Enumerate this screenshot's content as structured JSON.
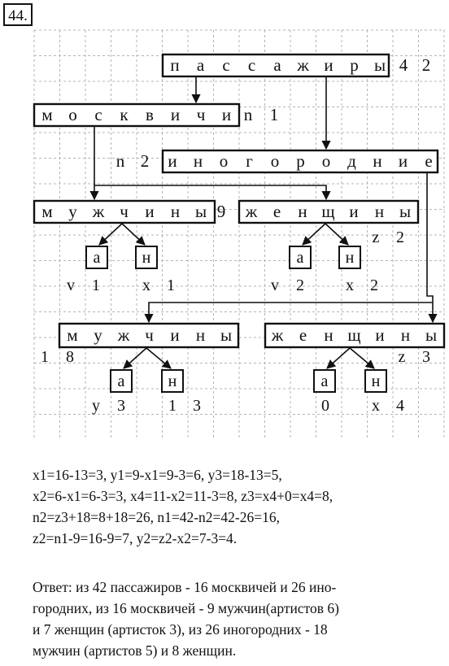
{
  "problem_number": "44.",
  "diagram": {
    "passengers": {
      "letters": [
        "п",
        "а",
        "с",
        "с",
        "а",
        "ж",
        "и",
        "р",
        "ы"
      ],
      "value": [
        "4",
        "2"
      ]
    },
    "muscovites": {
      "letters": [
        "м",
        "о",
        "с",
        "к",
        "в",
        "и",
        "ч",
        "и"
      ],
      "label": [
        "n",
        "1"
      ]
    },
    "nonresidents": {
      "letters": [
        "и",
        "н",
        "о",
        "г",
        "о",
        "р",
        "о",
        "д",
        "н",
        "и",
        "е"
      ],
      "label": [
        "n",
        "2"
      ]
    },
    "men_moscow": {
      "letters": [
        "м",
        "у",
        "ж",
        "ч",
        "и",
        "н",
        "ы"
      ],
      "value": "9",
      "a": "а",
      "n": "н",
      "left": [
        "v",
        "1"
      ],
      "right": [
        "x",
        "1"
      ]
    },
    "women_moscow": {
      "letters": [
        "ж",
        "е",
        "н",
        "щ",
        "и",
        "н",
        "ы"
      ],
      "top": [
        "z",
        "2"
      ],
      "a": "а",
      "n": "н",
      "left": [
        "v",
        "2"
      ],
      "right": [
        "x",
        "2"
      ]
    },
    "men_other": {
      "letters": [
        "м",
        "у",
        "ж",
        "ч",
        "и",
        "н",
        "ы"
      ],
      "value": [
        "1",
        "8"
      ],
      "a": "а",
      "n": "н",
      "left": [
        "y",
        "3"
      ],
      "right": [
        "1",
        "3"
      ]
    },
    "women_other": {
      "letters": [
        "ж",
        "е",
        "н",
        "щ",
        "и",
        "н",
        "ы"
      ],
      "top": [
        "z",
        "3"
      ],
      "a": "а",
      "n": "н",
      "left": "0",
      "right": [
        "x",
        "4"
      ]
    }
  },
  "solution_lines": [
    "x1=16-13=3, y1=9-x1=9-3=6, y3=18-13=5,",
    "x2=6-x1=6-3=3, x4=11-x2=11-3=8, z3=x4+0=x4=8,",
    "n2=z3+18=8+18=26, n1=42-n2=42-26=16,",
    "z2=n1-9=16-9=7, y2=z2-x2=7-3=4."
  ],
  "answer_lines": [
    "Ответ: из 42 пассажиров - 16 москвичей и 26 ино-",
    "городних, из 16 москвичей - 9 мужчин(артистов 6)",
    "и 7 женщин (артисток 3), из 26 иногородних - 18",
    "мужчин (артистов 5) и 8 женщин."
  ]
}
